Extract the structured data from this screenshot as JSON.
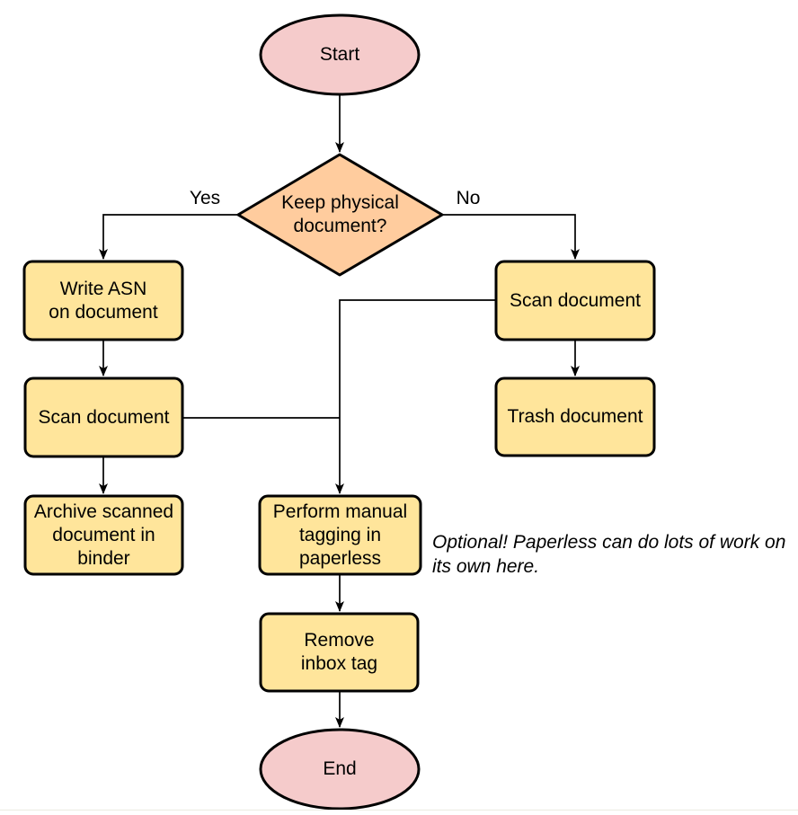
{
  "diagram": {
    "type": "flowchart",
    "nodes": {
      "start": {
        "shape": "terminator",
        "label": "Start",
        "lines": [
          "Start"
        ]
      },
      "decision": {
        "shape": "decision",
        "label": "Keep physical document?",
        "lines": [
          "Keep physical",
          "document?"
        ]
      },
      "write_asn": {
        "shape": "process",
        "label": "Write ASN on document",
        "lines": [
          "Write ASN",
          "on document"
        ]
      },
      "scan_left": {
        "shape": "process",
        "label": "Scan document",
        "lines": [
          "Scan document"
        ]
      },
      "archive": {
        "shape": "process",
        "label": "Archive scanned document in binder",
        "lines": [
          "Archive scanned",
          "document in",
          "binder"
        ]
      },
      "scan_right": {
        "shape": "process",
        "label": "Scan document",
        "lines": [
          "Scan document"
        ]
      },
      "trash": {
        "shape": "process",
        "label": "Trash document",
        "lines": [
          "Trash document"
        ]
      },
      "tagging": {
        "shape": "process",
        "label": "Perform manual tagging in paperless",
        "lines": [
          "Perform manual",
          "tagging in",
          "paperless"
        ]
      },
      "remove_inbox": {
        "shape": "process",
        "label": "Remove inbox tag",
        "lines": [
          "Remove",
          "inbox tag"
        ]
      },
      "end": {
        "shape": "terminator",
        "label": "End",
        "lines": [
          "End"
        ]
      }
    },
    "edge_labels": {
      "yes": "Yes",
      "no": "No"
    },
    "note": {
      "text": "Optional! Paperless can do lots of work on its own here.",
      "lines": [
        "Optional! Paperless can do lots of work on",
        "its own here."
      ]
    },
    "colors": {
      "terminator_fill": "#F5CBCB",
      "decision_fill": "#FFCC9E",
      "process_fill": "#FFE59B",
      "stroke": "#000000"
    }
  }
}
